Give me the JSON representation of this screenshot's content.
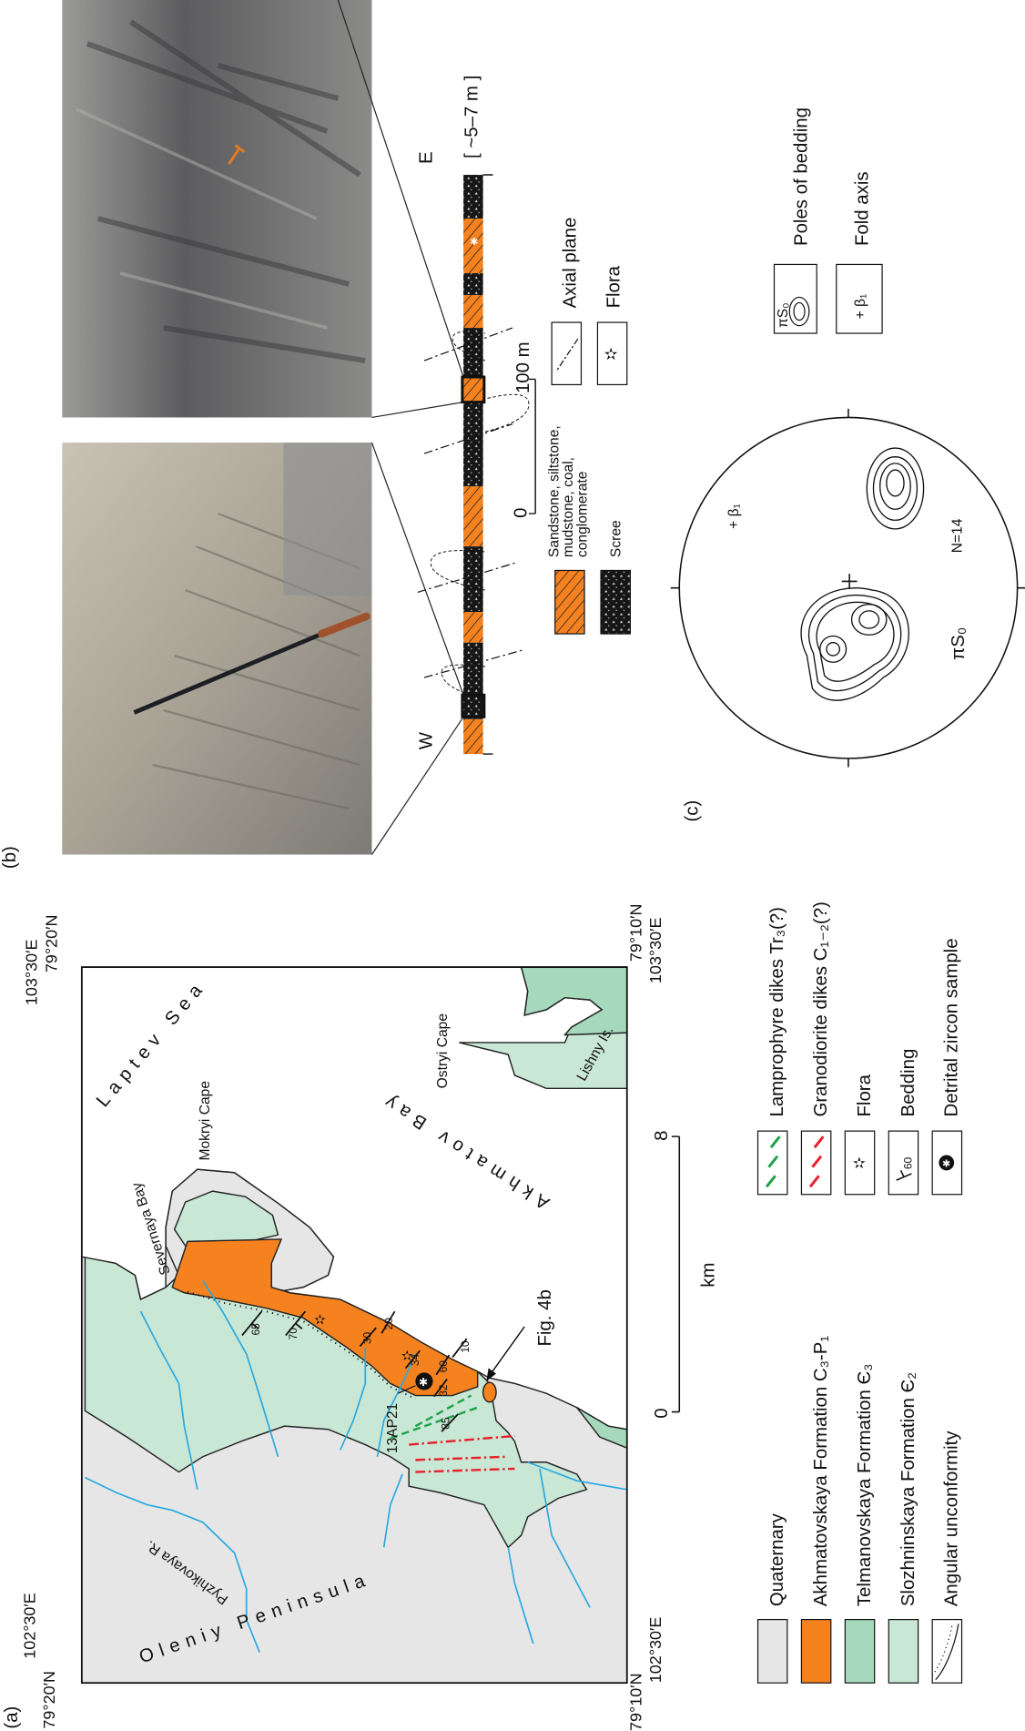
{
  "panel_labels": {
    "a": "(a)",
    "b": "(b)",
    "c": "(c)"
  },
  "map": {
    "coords": {
      "top_left_lon": "102°30′E",
      "top_left_lat": "79°20′N",
      "top_right_lon": "103°30′E",
      "top_right_lat": "79°20′N",
      "bottom_left_lat": "79°10′N",
      "bottom_left_lon": "102°30′E",
      "bottom_right_lat": "79°10′N",
      "bottom_right_lon": "103°30′E"
    },
    "place_names": {
      "laptev_sea": "Laptev Sea",
      "mokryi_cape": "Mokryi Cape",
      "severnaya_bay": "Severnaya Bay",
      "akhmatov_bay": "Akhmatov Bay",
      "ostryi_cape": "Ostryi Cape",
      "lishny_is": "Lishny Is.",
      "oleniy_peninsula": "Oleniy Peninsula",
      "pyzhikovaya_r": "Pyzhikovaya R."
    },
    "fig_ref": "Fig. 4b",
    "sample_id": "13AP21",
    "bedding_dips": [
      "65",
      "70",
      "30",
      "20",
      "34",
      "60",
      "32",
      "10",
      "85"
    ],
    "scale": {
      "start": "0",
      "end": "8",
      "unit": "km"
    }
  },
  "legend_a": {
    "units": [
      {
        "label": "Quaternary",
        "color": "#e6e6e6"
      },
      {
        "label": "Akhmatovskaya Formation  C₃-P₁",
        "color": "#f5821f"
      },
      {
        "label": "Telmanovskaya Formation Є₃",
        "color": "#a6d8bb"
      },
      {
        "label": "Slozhninskaya Formation Є₂",
        "color": "#c9e7d5"
      },
      {
        "label": "Angular unconformity"
      }
    ],
    "symbols": [
      {
        "label": "Lamprophyre dikes Tr₃(?)",
        "color": "#1fa24a"
      },
      {
        "label": "Granodiorite dikes C₁₋₂(?)",
        "color": "#e8202a"
      },
      {
        "label": "Flora"
      },
      {
        "label": "Bedding",
        "value": "60"
      },
      {
        "label": "Detrital  zircon sample"
      }
    ]
  },
  "section": {
    "west": "W",
    "east": "E",
    "height_note": "[ ~5–7 m ]",
    "scale": {
      "start": "0",
      "end": "100 m"
    },
    "legend": [
      {
        "label_lines": [
          "Sandstone, siltstone,",
          "mudstone, coal,",
          "conglomerate"
        ]
      },
      {
        "label": "Scree"
      },
      {
        "label": "Axial plane"
      },
      {
        "label": "Flora"
      }
    ]
  },
  "stereonet": {
    "pole_label": "πS₀",
    "fold_axis_label": "+ β₁",
    "n": "N=14",
    "legend": [
      {
        "symbol": "πS₀",
        "label": "Poles of bedding"
      },
      {
        "symbol": "+ β₁",
        "label": "Fold axis"
      }
    ]
  },
  "colors": {
    "quaternary": "#e6e6e6",
    "akhmatovskaya": "#f5821f",
    "telmanovskaya": "#a6d8bb",
    "slozhninskaya": "#c9e7d5",
    "river": "#29a9e0",
    "lamprophyre": "#1fa24a",
    "granodiorite": "#e8202a"
  }
}
